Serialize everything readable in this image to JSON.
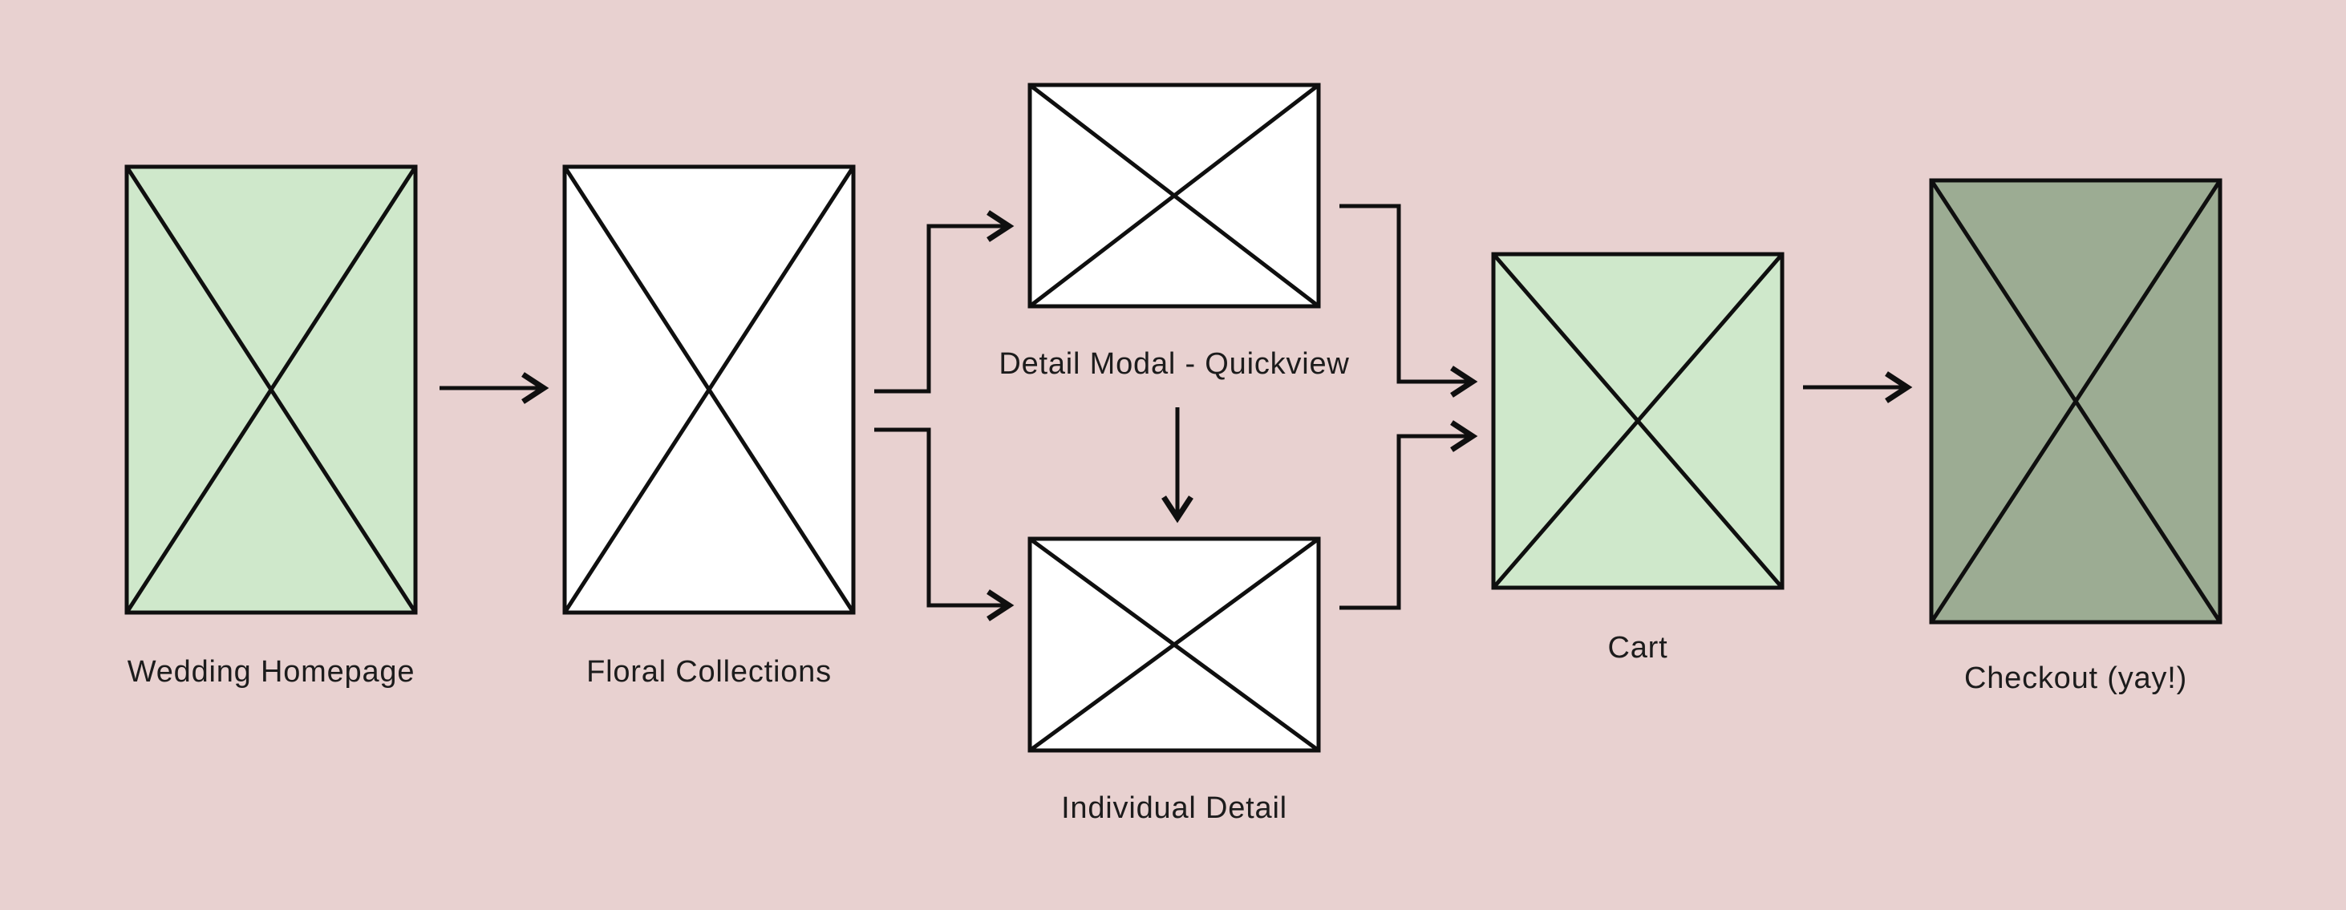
{
  "colors": {
    "background": "#e8d1d0",
    "node_green_light": "#cfe8cb",
    "node_white": "#ffffff",
    "node_green_dark": "#9cac93",
    "line": "#0f0f0f",
    "text": "#1c1c1c"
  },
  "nodes": [
    {
      "id": "wedding-homepage",
      "label": "Wedding Homepage",
      "variant": "green-light"
    },
    {
      "id": "floral-collections",
      "label": "Floral Collections",
      "variant": "white"
    },
    {
      "id": "detail-modal-quickview",
      "label": "Detail Modal - Quickview",
      "variant": "white"
    },
    {
      "id": "individual-detail",
      "label": "Individual Detail",
      "variant": "white"
    },
    {
      "id": "cart",
      "label": "Cart",
      "variant": "green-light"
    },
    {
      "id": "checkout",
      "label": "Checkout (yay!)",
      "variant": "green-dark"
    }
  ],
  "flows": [
    {
      "from": "wedding-homepage",
      "to": "floral-collections"
    },
    {
      "from": "floral-collections",
      "to": "detail-modal-quickview"
    },
    {
      "from": "floral-collections",
      "to": "individual-detail"
    },
    {
      "from": "detail-modal-quickview",
      "to": "individual-detail"
    },
    {
      "from": "detail-modal-quickview",
      "to": "cart"
    },
    {
      "from": "individual-detail",
      "to": "cart"
    },
    {
      "from": "cart",
      "to": "checkout"
    }
  ]
}
